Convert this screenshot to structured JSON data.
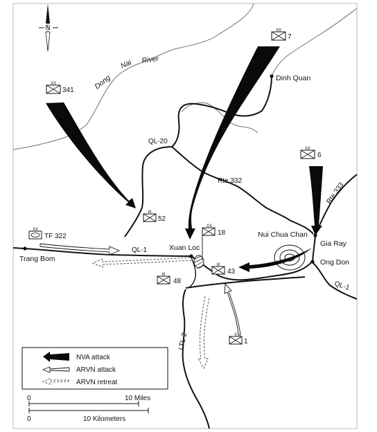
{
  "compass": {
    "north_label": "N"
  },
  "river": {
    "name_part1": "Dong",
    "name_part2": "Nai",
    "name_part3": "River"
  },
  "places": {
    "dinh_quan": "Dinh Quan",
    "xuan_loc": "Xuan Loc",
    "nui_chua_chan": "Nui Chua Chan",
    "gia_ray": "Gia Ray",
    "ong_don": "Ong Don",
    "trang_bom": "Trang Bom"
  },
  "roads": {
    "ql20": "QL-20",
    "rte332": "Rte 332",
    "rte333": "Rte 333",
    "ql1_west": "QL-1",
    "ql1_east": "QL-1",
    "ltl2": "LTL-2"
  },
  "units": [
    {
      "id": "nva-341",
      "echelon": "XX",
      "number": "341"
    },
    {
      "id": "nva-7",
      "echelon": "XX",
      "number": "7"
    },
    {
      "id": "nva-6",
      "echelon": "XX",
      "number": "6"
    },
    {
      "id": "arvn-52",
      "echelon": "III",
      "number": "52"
    },
    {
      "id": "arvn-18",
      "echelon": "XX",
      "number": "18"
    },
    {
      "id": "arvn-43",
      "echelon": "III",
      "number": "43"
    },
    {
      "id": "arvn-48",
      "echelon": "III",
      "number": "48"
    },
    {
      "id": "arvn-1",
      "echelon": "X",
      "number": "1"
    },
    {
      "id": "tf-322",
      "echelon": "XX",
      "number": "TF 322"
    }
  ],
  "legend": {
    "nva_attack": "NVA attack",
    "arvn_attack": "ARVN attack",
    "arvn_retreat": "ARVN retreat"
  },
  "scale": {
    "miles_zero": "0",
    "miles_label": "10 Miles",
    "km_zero": "0",
    "km_label": "10 Kilometers"
  }
}
